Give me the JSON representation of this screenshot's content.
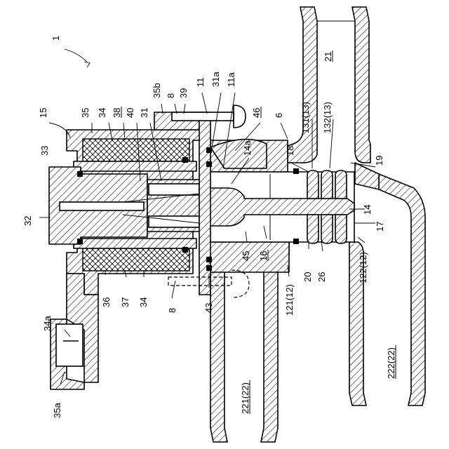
{
  "labels": {
    "assembly": "1",
    "l15": "15",
    "l35": "35",
    "l34_top": "34",
    "l38": "38",
    "l40": "40",
    "l31": "31",
    "l35b": "35b",
    "l8_top": "8",
    "l39": "39",
    "l11": "11",
    "l31a": "31a",
    "l11a": "11a",
    "l46": "46",
    "l6": "6",
    "l131": "131(13)",
    "l132": "132(13)",
    "l21": "21",
    "l33": "33",
    "l14a": "14a",
    "l18": "18",
    "l19": "19",
    "l32": "32",
    "l14": "14",
    "l17": "17",
    "l16": "16",
    "l45": "45",
    "l20": "20",
    "l26": "26",
    "l122": "122(12)",
    "l121": "121(12)",
    "l36": "36",
    "l37": "37",
    "l34_bottom": "34",
    "l8_bottom": "8",
    "l43": "43",
    "l34a": "34a",
    "l35a": "35a",
    "l221": "221(22)",
    "l222": "222(22)"
  }
}
